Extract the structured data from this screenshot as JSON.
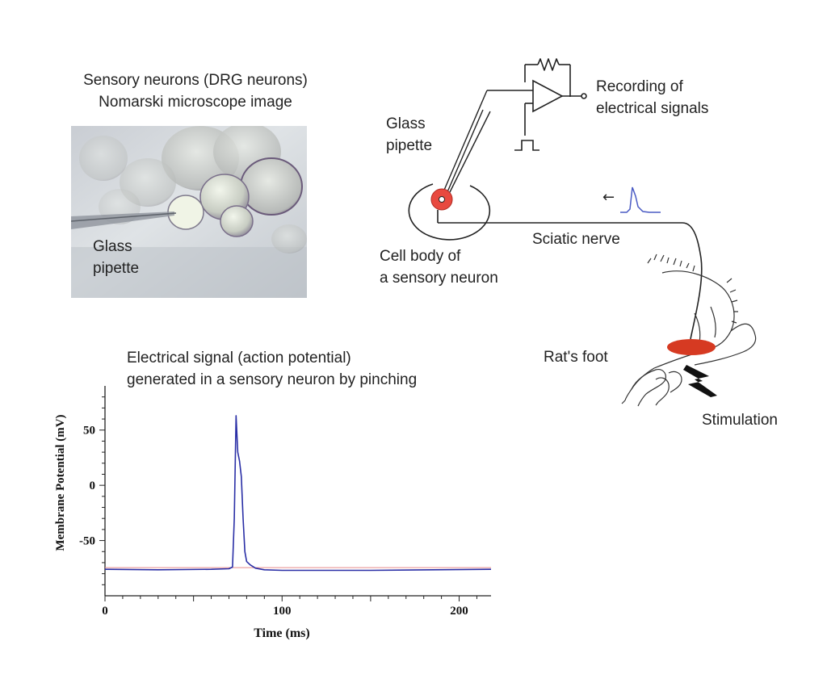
{
  "microscopy": {
    "caption_line1": "Sensory neurons (DRG neurons)",
    "caption_line2": "Nomarski microscope image",
    "pipette_line1": "Glass",
    "pipette_line2": "pipette"
  },
  "schematic": {
    "pipette_line1": "Glass",
    "pipette_line2": "pipette",
    "recording_line1": "Recording of",
    "recording_line2": "electrical signals",
    "sciatic_nerve": "Sciatic nerve",
    "cell_body_line1": "Cell body of",
    "cell_body_line2": "a sensory neuron",
    "rat_foot": "Rat's foot",
    "stimulation": "Stimulation",
    "arrow_glyph": "←"
  },
  "colors": {
    "trace": "#2a2fa6",
    "baseline": "#e88a8a",
    "cell_body": "#e8493f",
    "stim_area": "#d63a22",
    "mini_trace": "#4a5bc4"
  },
  "trace_caption": {
    "line1": "Electrical signal (action potential)",
    "line2": "generated in a sensory neuron by pinching"
  },
  "chart_data": {
    "type": "line",
    "title": "",
    "xlabel": "Time (ms)",
    "ylabel": "Membrane Potential (mV)",
    "xlim": [
      0,
      218
    ],
    "ylim": [
      -100,
      90
    ],
    "xticks": [
      0,
      100,
      200
    ],
    "yticks": [
      50,
      0,
      -50
    ],
    "grid": false,
    "series": [
      {
        "x": [
          0,
          30,
          60,
          70,
          72,
          73,
          74,
          75,
          76,
          77,
          78,
          79,
          80,
          82,
          85,
          90,
          100,
          150,
          218
        ],
        "y": [
          -76,
          -76.5,
          -76,
          -75.5,
          -74,
          -30,
          63,
          30,
          22,
          8,
          -30,
          -60,
          -69,
          -72,
          -75,
          -76.5,
          -77,
          -77,
          -76
        ]
      }
    ],
    "baseline": -74.5
  }
}
